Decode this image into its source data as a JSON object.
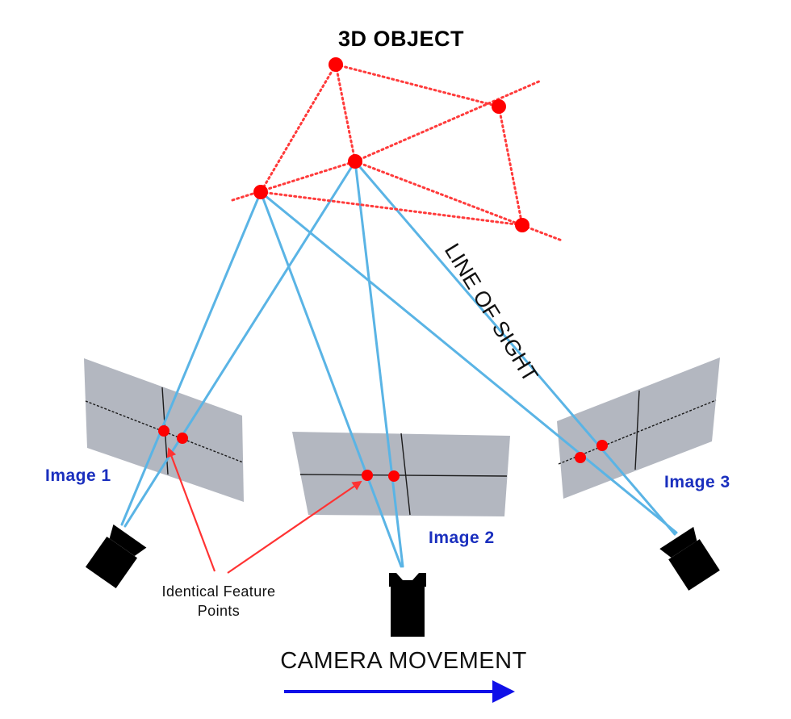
{
  "title": "3D OBJECT",
  "line_of_sight_label": "LINE OF SIGHT",
  "images": [
    {
      "label": "Image 1"
    },
    {
      "label": "Image 2"
    },
    {
      "label": "Image 3"
    }
  ],
  "feature_points_label": {
    "line1": "Identical Feature",
    "line2": "Points"
  },
  "camera_movement_label": "CAMERA MOVEMENT",
  "colors": {
    "object_points": "#ff0000",
    "object_edges": "#ff3b3b",
    "line_of_sight": "#5ab4e5",
    "image_plane": "#b3b7c0",
    "image_label": "#1a2fbe",
    "feature_arrow": "#ff3333",
    "movement_arrow": "#1010e8",
    "camera": "#000000"
  },
  "icons": {
    "camera": "video-camera-icon",
    "movement": "arrow-right-icon"
  }
}
